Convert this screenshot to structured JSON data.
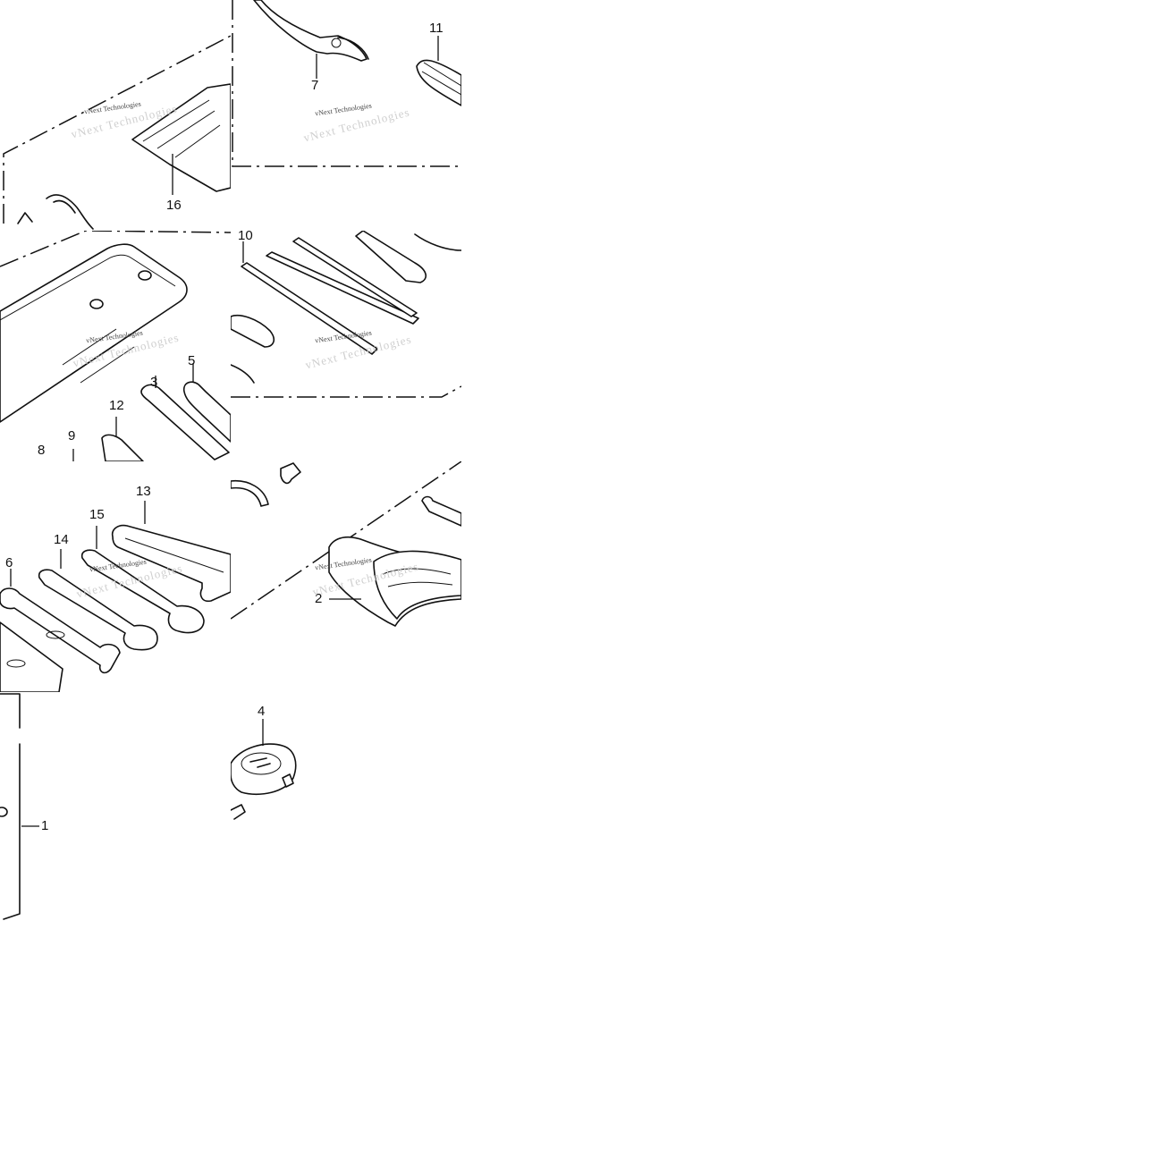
{
  "watermark": "vNext Technologies",
  "callouts": [
    "1",
    "2",
    "3",
    "4",
    "5",
    "6",
    "7",
    "8",
    "9",
    "10",
    "11",
    "12",
    "13",
    "14",
    "15",
    "16"
  ]
}
